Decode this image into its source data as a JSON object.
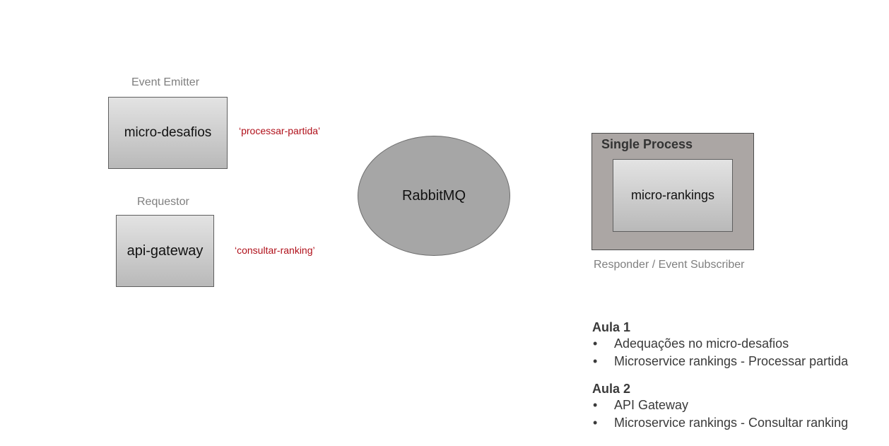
{
  "emitter": {
    "role": "Event Emitter",
    "service": "micro-desafios",
    "topic": "‘processar-partida’"
  },
  "requestor": {
    "role": "Requestor",
    "service": "api-gateway",
    "topic": "‘consultar-ranking’"
  },
  "broker": {
    "label": "RabbitMQ"
  },
  "responder": {
    "container_title": "Single Process",
    "service": "micro-rankings",
    "role": "Responder / Event Subscriber"
  },
  "lessons": [
    {
      "title": "Aula 1",
      "items": [
        "Adequações no micro-desafios",
        "Microservice rankings - Processar partida"
      ]
    },
    {
      "title": "Aula 2",
      "items": [
        "API Gateway",
        "Microservice rankings - Consultar ranking"
      ]
    }
  ],
  "bullet_glyph": "•",
  "colors": {
    "topic_text": "#b0101a",
    "broker_fill": "#a6a6a6",
    "container_fill": "#aba6a4",
    "role_text": "#7f7f7f"
  }
}
